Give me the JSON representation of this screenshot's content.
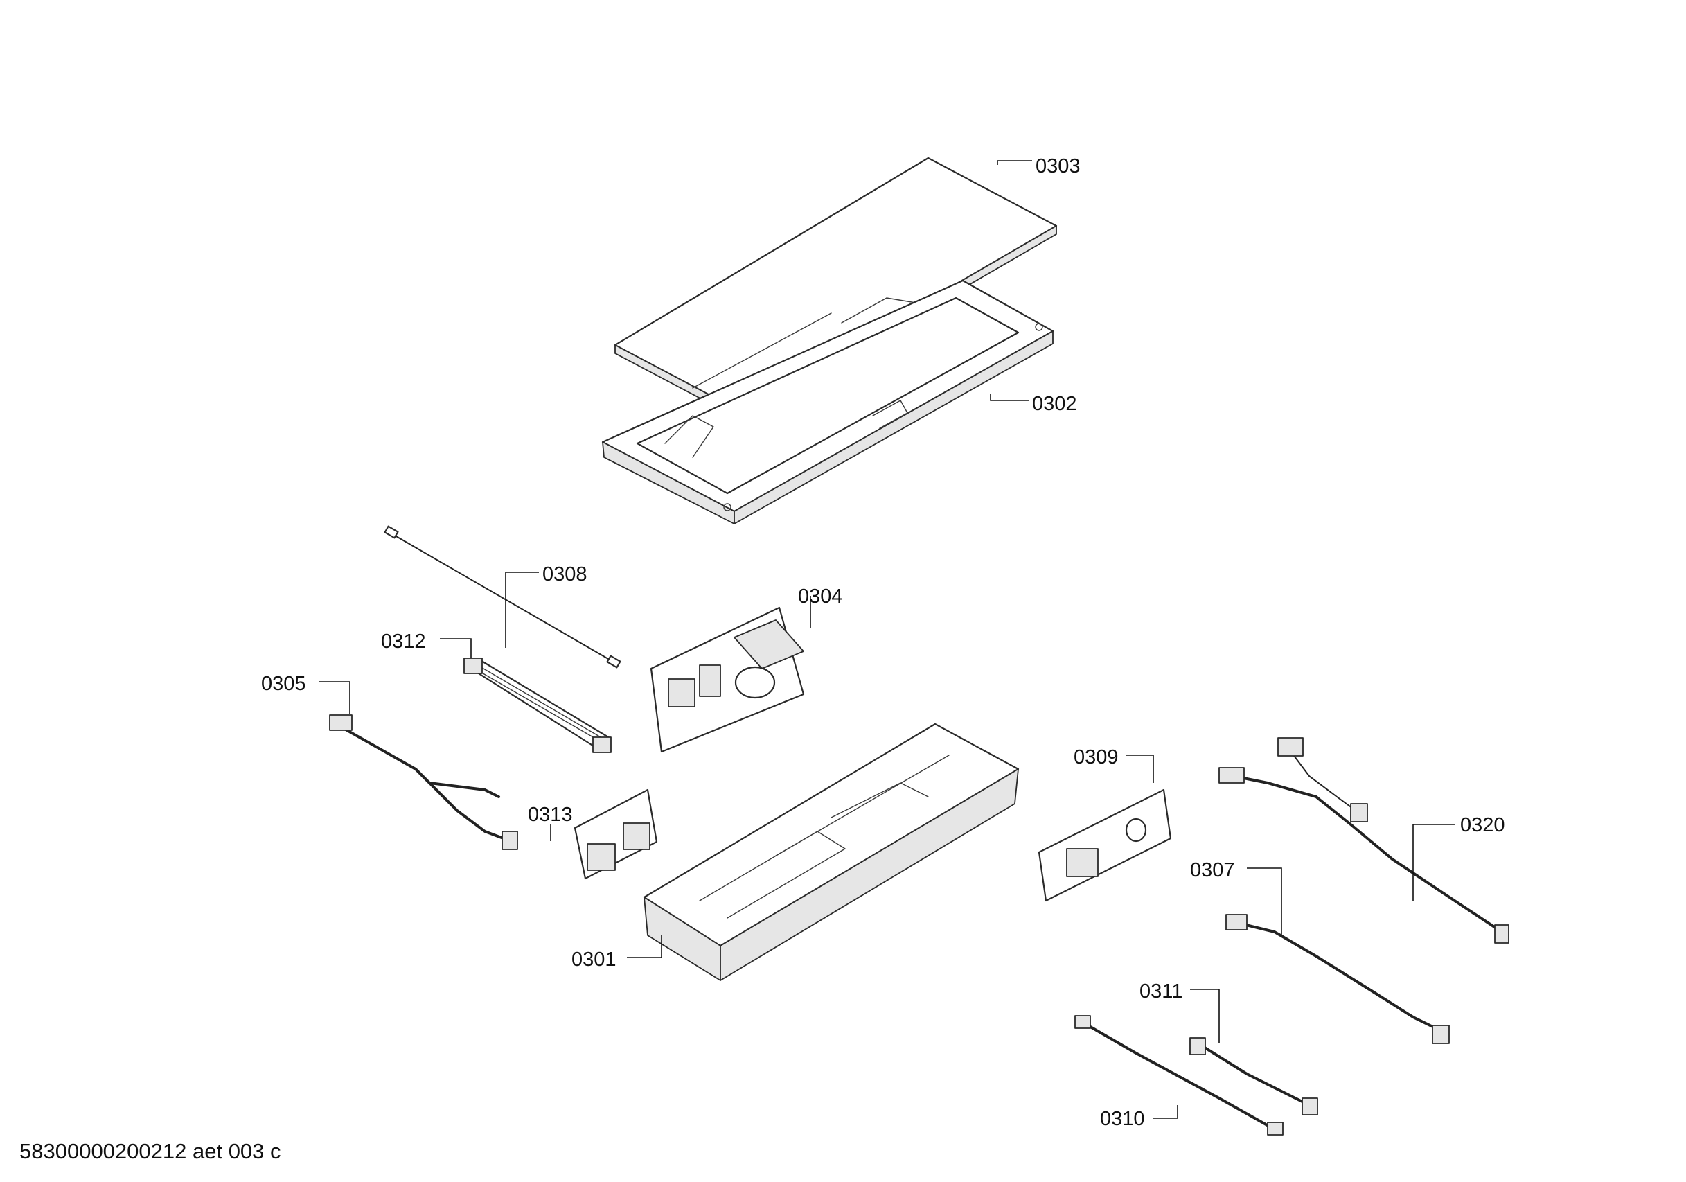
{
  "parts": {
    "p0303": "0303",
    "p0302": "0302",
    "p0308": "0308",
    "p0304": "0304",
    "p0312": "0312",
    "p0305": "0305",
    "p0313": "0313",
    "p0301": "0301",
    "p0309": "0309",
    "p0320": "0320",
    "p0307": "0307",
    "p0311": "0311",
    "p0310": "0310"
  },
  "footer": {
    "doc_id": "58300000200212 aet 003 c"
  }
}
